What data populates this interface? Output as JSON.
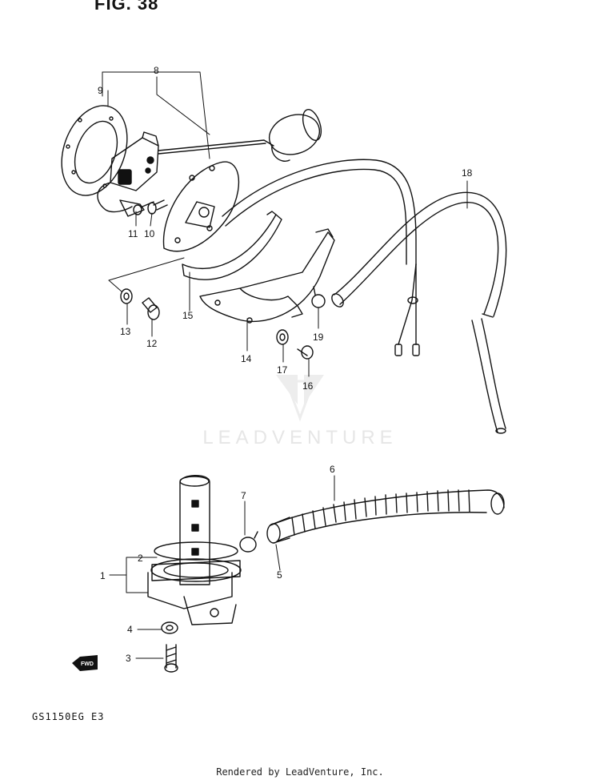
{
  "figure_title": "FIG. 38",
  "model_code": "GS1150EG E3",
  "watermark": "LEADVENTURE",
  "footer": "Rendered by LeadVenture, Inc.",
  "fwd_label": "FWD",
  "callouts": {
    "c1": "1",
    "c2": "2",
    "c3": "3",
    "c4": "4",
    "c5": "5",
    "c6": "6",
    "c7": "7",
    "c8": "8",
    "c9": "9",
    "c10": "10",
    "c11": "11",
    "c12": "12",
    "c13": "13",
    "c14": "14",
    "c15": "15",
    "c16": "16",
    "c17": "17",
    "c18": "18",
    "c19": "19"
  }
}
